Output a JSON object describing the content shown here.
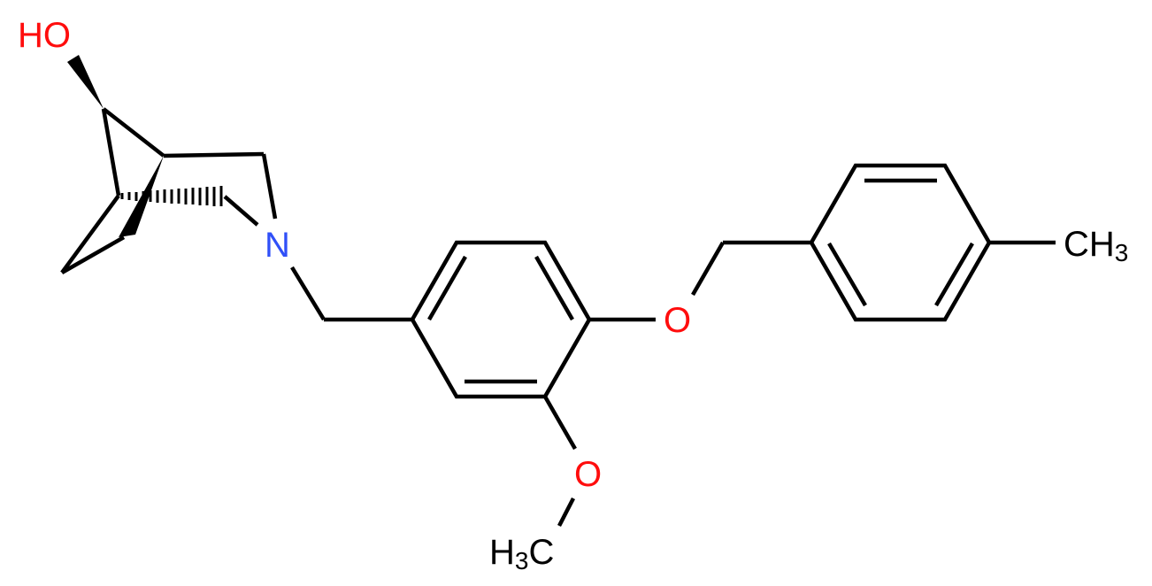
{
  "molecule": {
    "description": "3-[[3-methoxy-4-[(4-methylphenyl)methoxy]phenyl]methyl]-3-azabicyclo[3.2.1]octan-8-ol skeletal structure",
    "colors": {
      "bond": "#000000",
      "oxygen": "#FF0D0D",
      "nitrogen": "#3050F8",
      "carbon_label": "#000000",
      "background": "#FFFFFF"
    },
    "labels": {
      "hydroxyl": {
        "text": "HO",
        "element": "O"
      },
      "nitrogen": {
        "text": "N",
        "element": "N"
      },
      "ether_oxygen": {
        "text": "O",
        "element": "O"
      },
      "methoxy_oxygen": {
        "text": "O",
        "element": "O"
      },
      "methoxy_methyl": {
        "main": "H",
        "sub": "3",
        "tail": "C"
      },
      "aryl_methyl": {
        "main": "CH",
        "sub": "3"
      }
    }
  }
}
